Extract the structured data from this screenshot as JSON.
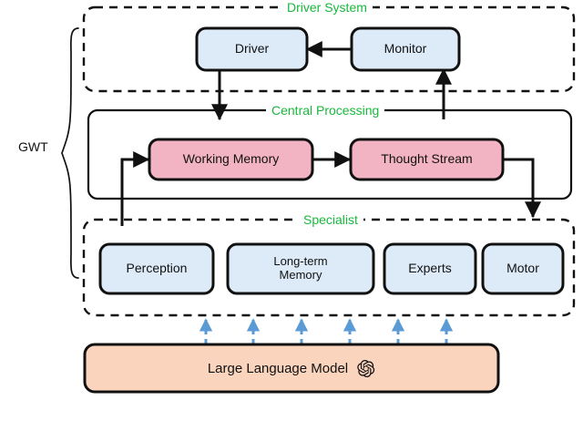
{
  "figure": {
    "groups": [
      {
        "id": "driver-system",
        "label": "Driver System",
        "border": "dashed"
      },
      {
        "id": "central-processing",
        "label": "Central Processing",
        "border": "solid"
      },
      {
        "id": "specialist",
        "label": "Specialist",
        "border": "dashed"
      }
    ],
    "bracket_label": "GWT",
    "nodes": [
      {
        "id": "driver",
        "label": "Driver",
        "fill": "#ddeaf7",
        "group": "driver-system"
      },
      {
        "id": "monitor",
        "label": "Monitor",
        "fill": "#ddeaf7",
        "group": "driver-system"
      },
      {
        "id": "working-memory",
        "label": "Working Memory",
        "fill": "#f2b4c2",
        "group": "central-processing"
      },
      {
        "id": "thought-stream",
        "label": "Thought Stream",
        "fill": "#f2b4c2",
        "group": "central-processing"
      },
      {
        "id": "perception",
        "label": "Perception",
        "fill": "#ddeaf7",
        "group": "specialist"
      },
      {
        "id": "long-term-memory",
        "label": "Long-term\nMemory",
        "line1": "Long-term",
        "line2": "Memory",
        "fill": "#ddeaf7",
        "group": "specialist"
      },
      {
        "id": "experts",
        "label": "Experts",
        "fill": "#ddeaf7",
        "group": "specialist"
      },
      {
        "id": "motor",
        "label": "Motor",
        "fill": "#ddeaf7",
        "group": "specialist"
      },
      {
        "id": "large-language-model",
        "label": "Large Language Model",
        "fill": "#fad4bd",
        "group": "none"
      }
    ],
    "llm_logo": "openai-logo",
    "llm_arrow_count": 6,
    "colors": {
      "group_label_green": "#19b83c",
      "blue_box": "#ddeaf7",
      "pink_box": "#f2b4c2",
      "orange_box": "#fad4bd",
      "llm_arrow_blue": "#5b9bd5",
      "stroke_black": "#111111"
    },
    "edges": [
      {
        "from": "monitor",
        "to": "driver"
      },
      {
        "from": "driver",
        "to": "central-processing"
      },
      {
        "from": "central-processing",
        "to": "monitor"
      },
      {
        "from": "working-memory",
        "to": "thought-stream"
      },
      {
        "from": "thought-stream",
        "to": "specialist"
      },
      {
        "from": "specialist",
        "to": "working-memory"
      },
      {
        "from": "large-language-model",
        "to": "specialist",
        "style": "dashed-blue"
      }
    ],
    "caption": ""
  }
}
